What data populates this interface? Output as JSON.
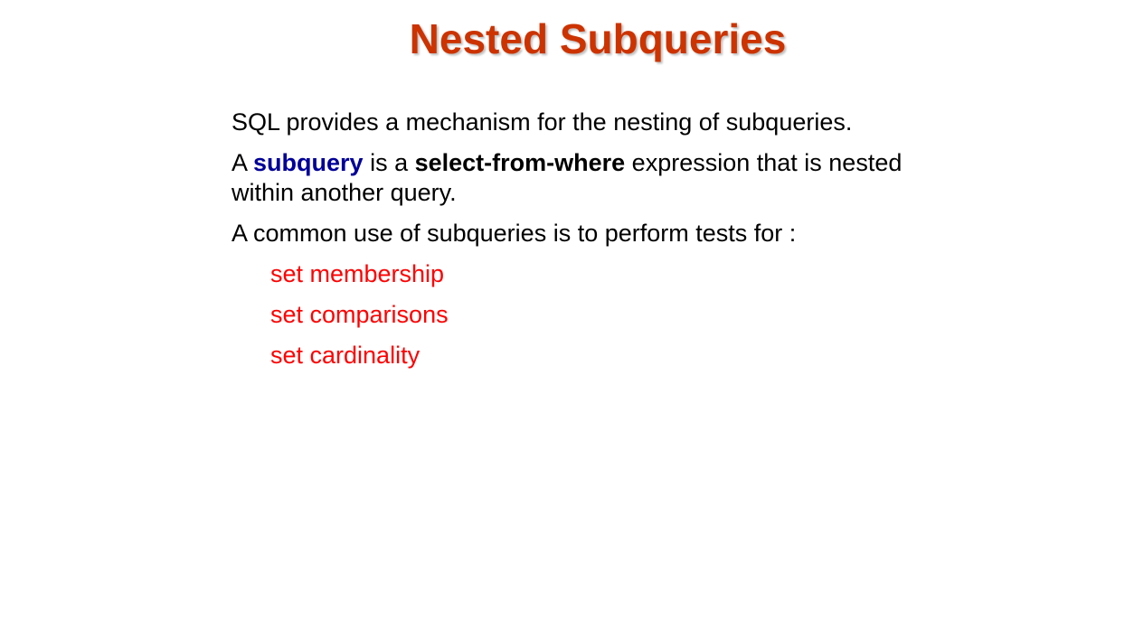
{
  "colors": {
    "title": "#cc3300",
    "term_highlight": "#000099",
    "sub_items": "#ff0000",
    "text": "#000000"
  },
  "slide": {
    "title": "Nested Subqueries",
    "paragraph_1": "SQL provides a mechanism for the nesting of subqueries.",
    "paragraph_2": {
      "prefix": "A ",
      "term": "subquery",
      "middle": " is a ",
      "bold_term": "select-from-where",
      "suffix": " expression that is nested within another query."
    },
    "paragraph_3": "A common use of subqueries is to perform tests for :",
    "sub_items": [
      "set membership",
      "set comparisons",
      "set cardinality"
    ]
  }
}
